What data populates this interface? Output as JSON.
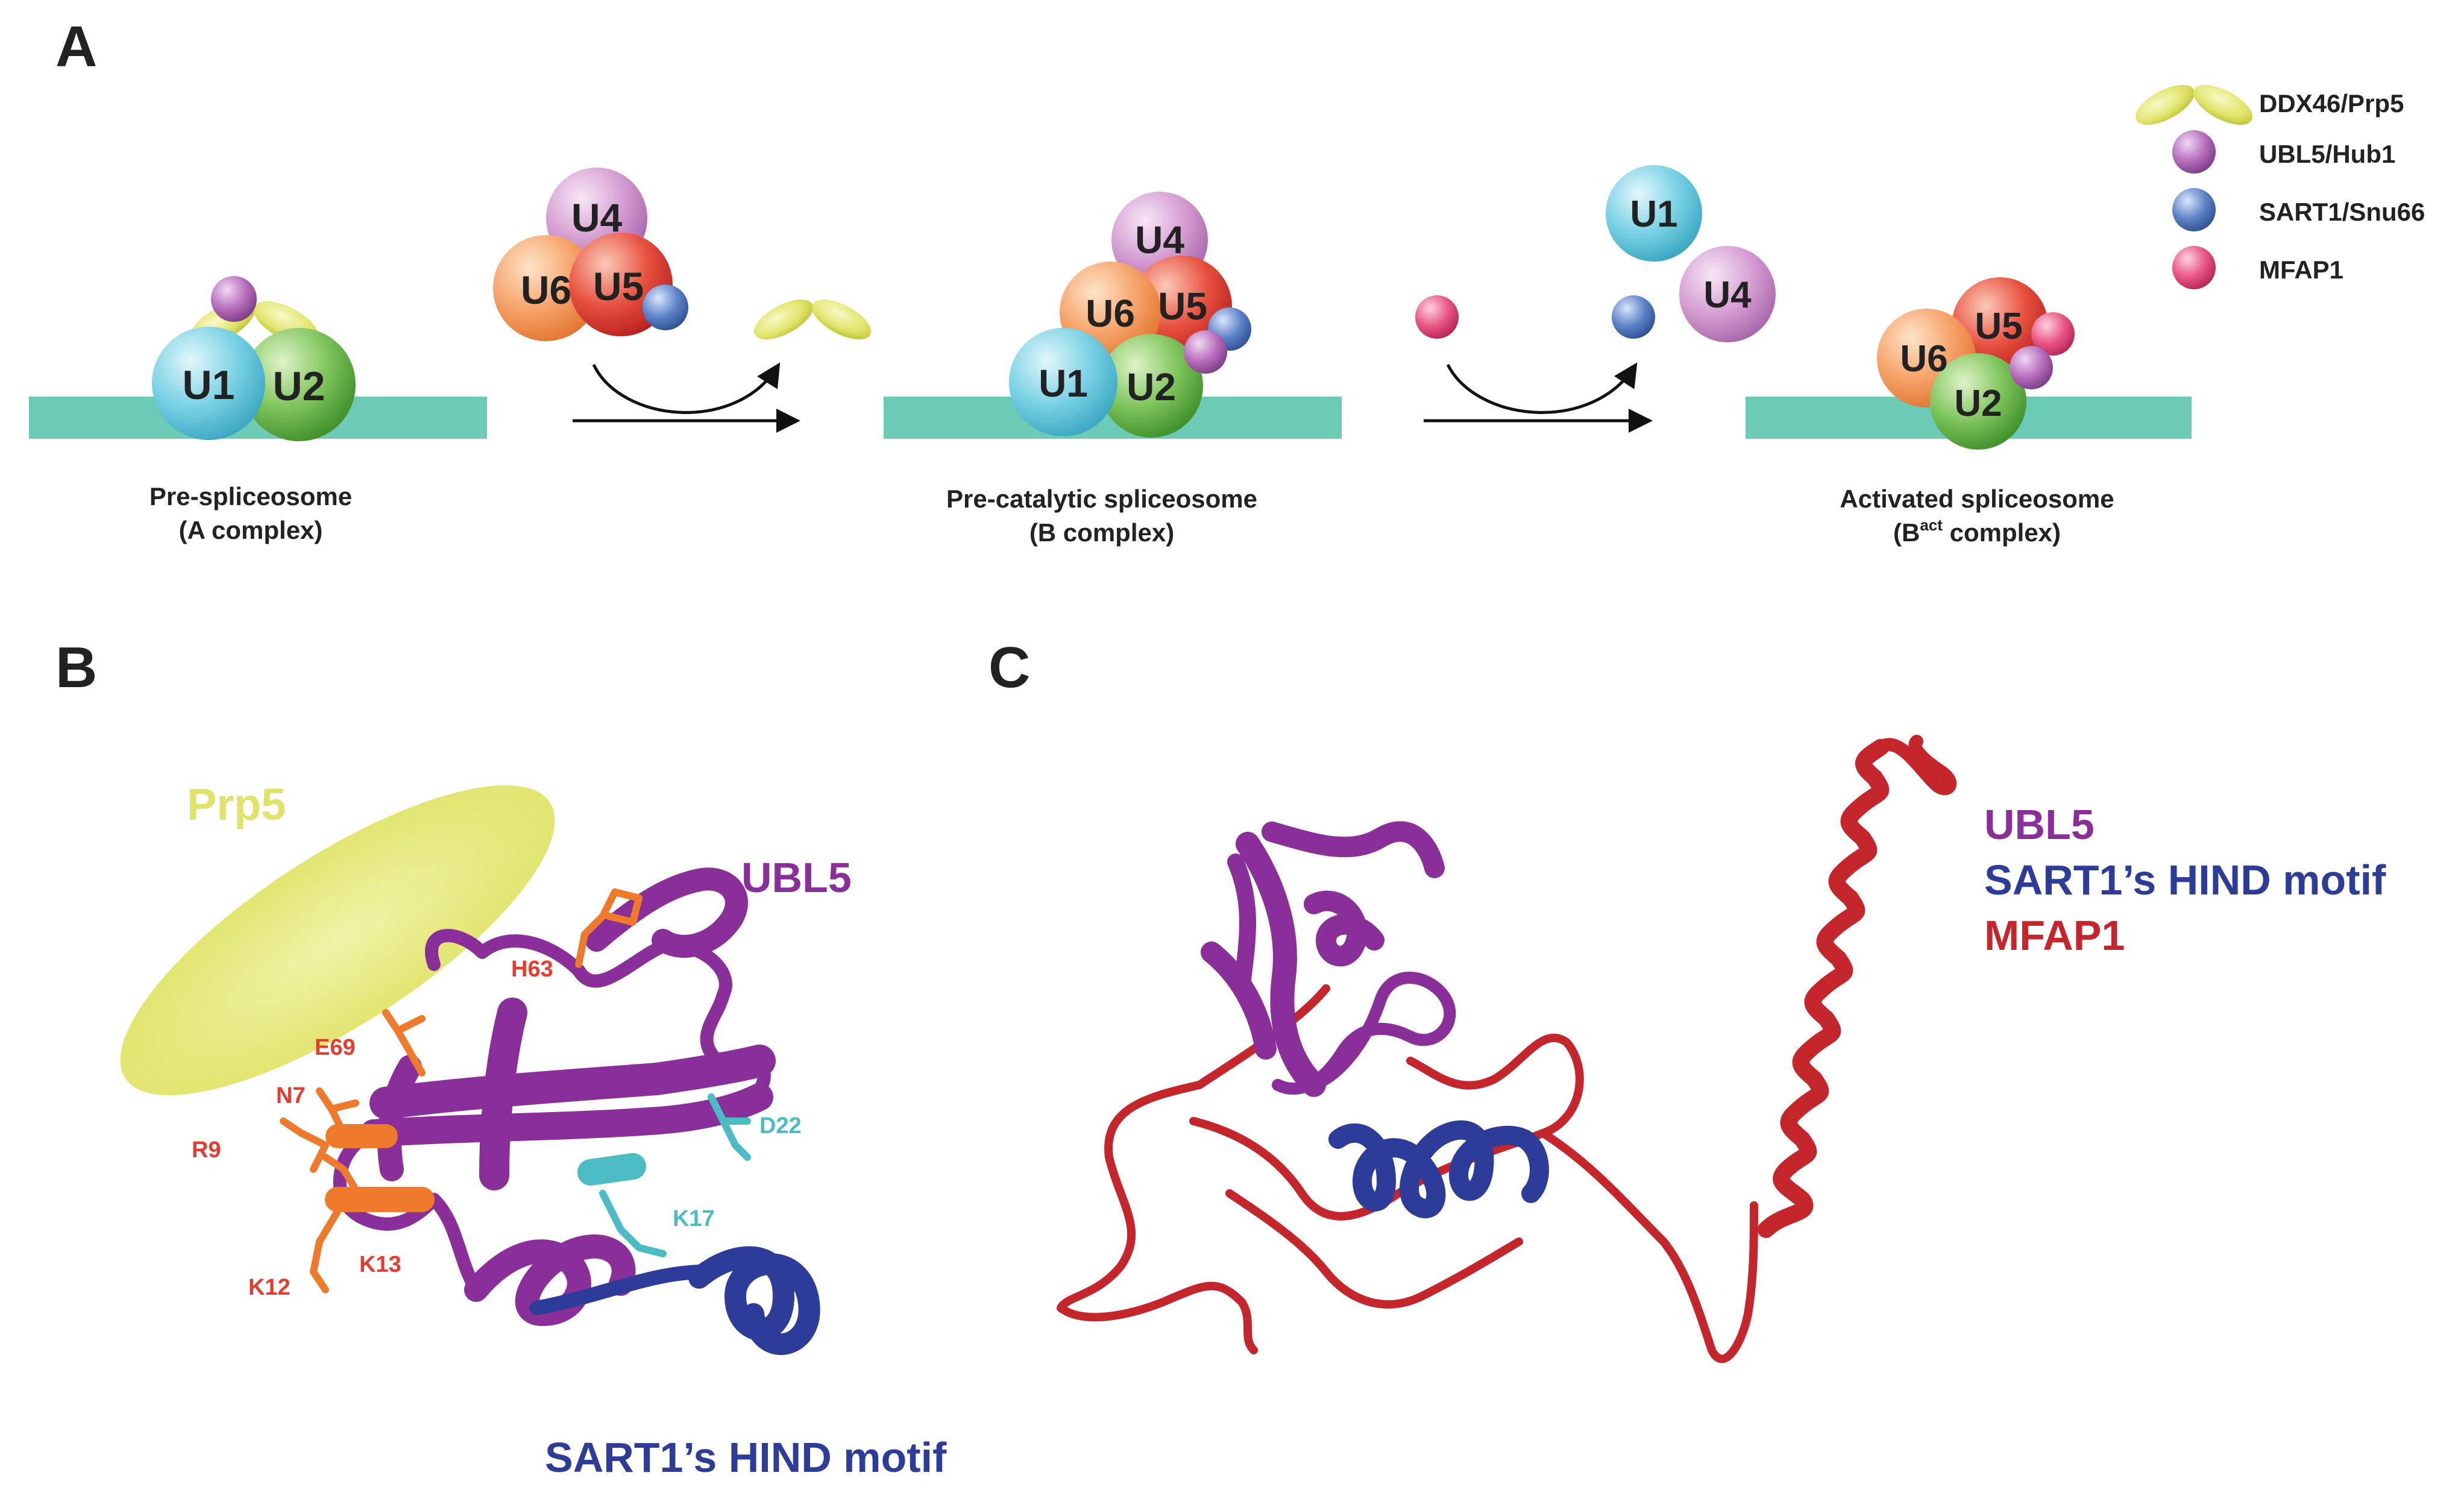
{
  "panels": {
    "a": {
      "label": "A",
      "legend": [
        {
          "label": "DDX46/Prp5",
          "color": "#e1e46a",
          "icon": "prp5-leaf-icon"
        },
        {
          "label": "UBL5/Hub1",
          "color": "#b870bd",
          "icon": "ubl5-sphere-icon"
        },
        {
          "label": "SART1/Snu66",
          "color": "#5e84c8",
          "icon": "sart1-sphere-icon"
        },
        {
          "label": "MFAP1",
          "color": "#ea5787",
          "icon": "mfap1-sphere-icon"
        }
      ],
      "snrnps": {
        "u1": "U1",
        "u2": "U2",
        "u4": "U4",
        "u5": "U5",
        "u6": "U6"
      },
      "stages": {
        "a_complex": {
          "line1": "Pre-spliceosome",
          "line2": "(A complex)"
        },
        "b_complex": {
          "line1": "Pre-catalytic spliceosome",
          "line2": "(B complex)"
        },
        "bact_complex": {
          "line1": "Activated spliceosome",
          "line2_base": "(B",
          "line2_sup": "act",
          "line2_tail": " complex)"
        }
      }
    },
    "b": {
      "label": "B",
      "prp5": "Prp5",
      "ubl5": "UBL5",
      "hind": "SART1’s HIND motif",
      "residues": [
        "H63",
        "E69",
        "N7",
        "R9",
        "K12",
        "K13",
        "D22",
        "K17"
      ]
    },
    "c": {
      "label": "C",
      "ubl5": "UBL5",
      "hind": "SART1’s HIND motif",
      "mfap1": "MFAP1"
    }
  },
  "colors": {
    "membrane": "#6ccbb5",
    "u1": "#78d1e4",
    "u2": "#7dc45a",
    "u4": "#d59ed2",
    "u5": "#e8503f",
    "u6": "#f6a36a",
    "prp5": "#e1e46a",
    "ubl5_ribbon": "#8a2f9a",
    "hind_ribbon": "#2d3c98",
    "mfap1_ribbon": "#c4262c",
    "residue_red": "#e63b2e",
    "residue_orange": "#f07a2b",
    "residue_cyan": "#4cbcc4"
  }
}
